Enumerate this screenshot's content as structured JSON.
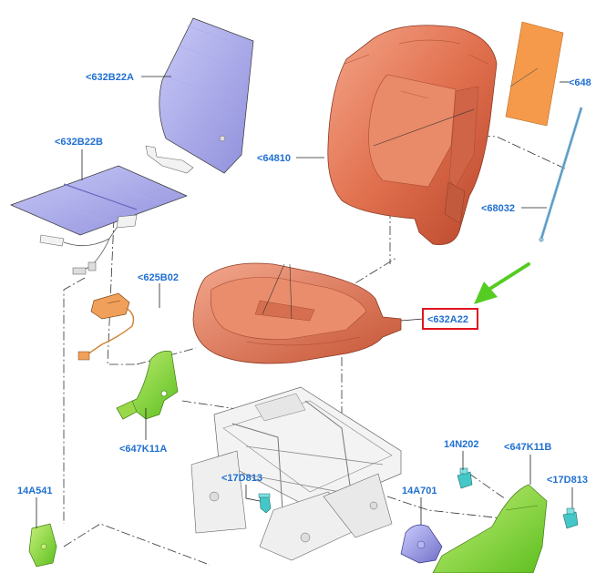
{
  "labels": {
    "part_632B22A": "<632B22A",
    "part_632B22B": "<632B22B",
    "part_625B02": "<625B02",
    "part_647K11A": "<647K11A",
    "part_17D813_left": "<17D813",
    "part_14A541": "14A541",
    "part_64810": "<64810",
    "part_648": "<648",
    "part_68032": "<68032",
    "part_632A22": "<632A22",
    "part_14N202": "14N202",
    "part_647K11B": "<647K11B",
    "part_17D813_right": "<17D813",
    "part_14A701": "14A701"
  },
  "colors": {
    "label_text": "#1f6fd1",
    "highlight_box": "#e0141e",
    "arrow": "#55cc22",
    "seat_foam": "#e0704e",
    "back_panel": "#aaaaee",
    "side_shield": "#88dd33",
    "fastener": "#33bbbb",
    "pad_orange": "#f59a4a"
  },
  "highlighted_part": "<632A22"
}
